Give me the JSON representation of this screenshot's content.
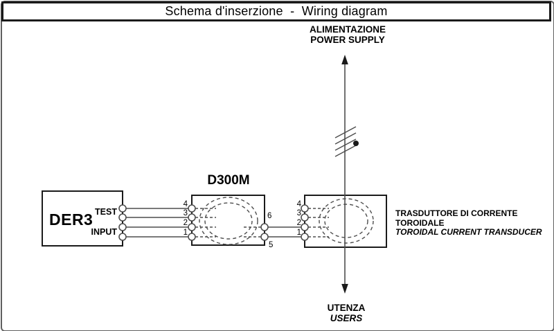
{
  "title": "Schema d'inserzione  -  Wiring diagram",
  "power_supply": {
    "line1": "ALIMENTAZIONE",
    "line2": "POWER SUPPLY"
  },
  "users": {
    "line1": "UTENZA",
    "line2": "USERS"
  },
  "der3": {
    "name": "DER3",
    "test": "TEST",
    "input": "INPUT"
  },
  "d300m": {
    "name": "D300M",
    "input_terminals": [
      "4",
      "3",
      "2",
      "1"
    ],
    "output_terminals": [
      "6",
      "5"
    ]
  },
  "transducer": {
    "terminals": [
      "4",
      "3",
      "2",
      "1"
    ],
    "line1": "TRASDUTTORE DI CORRENTE TOROIDALE",
    "line2": "TOROIDAL CURRENT TRANSDUCER"
  },
  "colors": {
    "wire": "#4d4d4d",
    "box_border": "#1a1a1a",
    "text": "#000000",
    "background": "#ffffff",
    "frame": "#5f5f5f"
  }
}
